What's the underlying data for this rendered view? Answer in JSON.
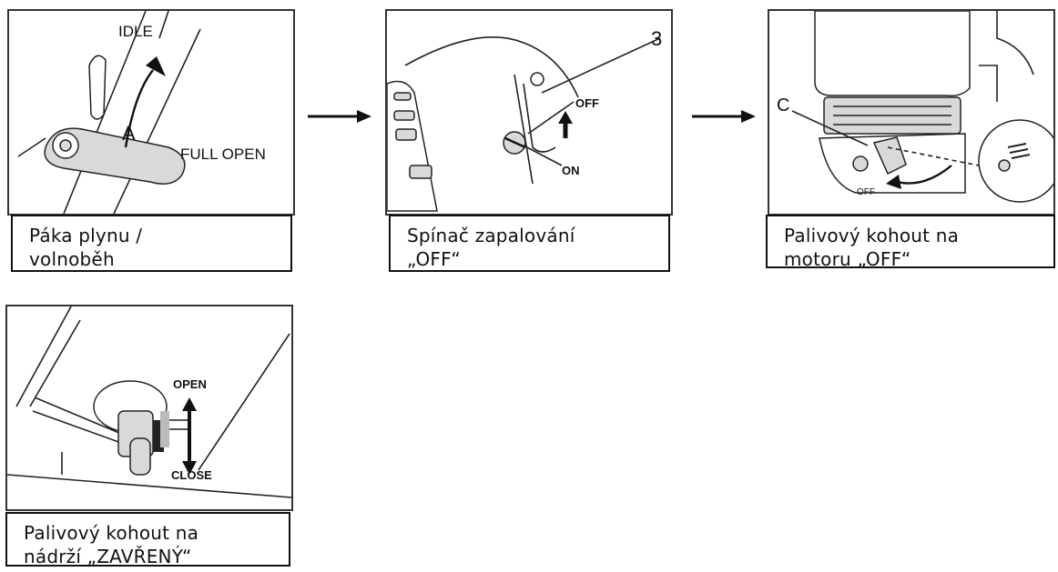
{
  "panels": [
    {
      "caption": "Páka plynu /\nvolnoběh",
      "labels": {
        "idle": "IDLE",
        "full_open": "FULL OPEN",
        "marker": "A"
      }
    },
    {
      "caption": "Spínač zapalování\n„OFF“",
      "labels": {
        "number": "3",
        "off": "OFF",
        "on": "ON"
      }
    },
    {
      "caption": "Palivový kohout na\nmotoru „OFF“",
      "labels": {
        "marker": "C",
        "off": "OFF"
      }
    },
    {
      "caption": "Palivový kohout na\nnádrží „ZAVŘENÝ“",
      "labels": {
        "open": "OPEN",
        "close": "CLOSE"
      }
    }
  ],
  "icons": {
    "flow_arrow": "arrow-right-icon"
  }
}
